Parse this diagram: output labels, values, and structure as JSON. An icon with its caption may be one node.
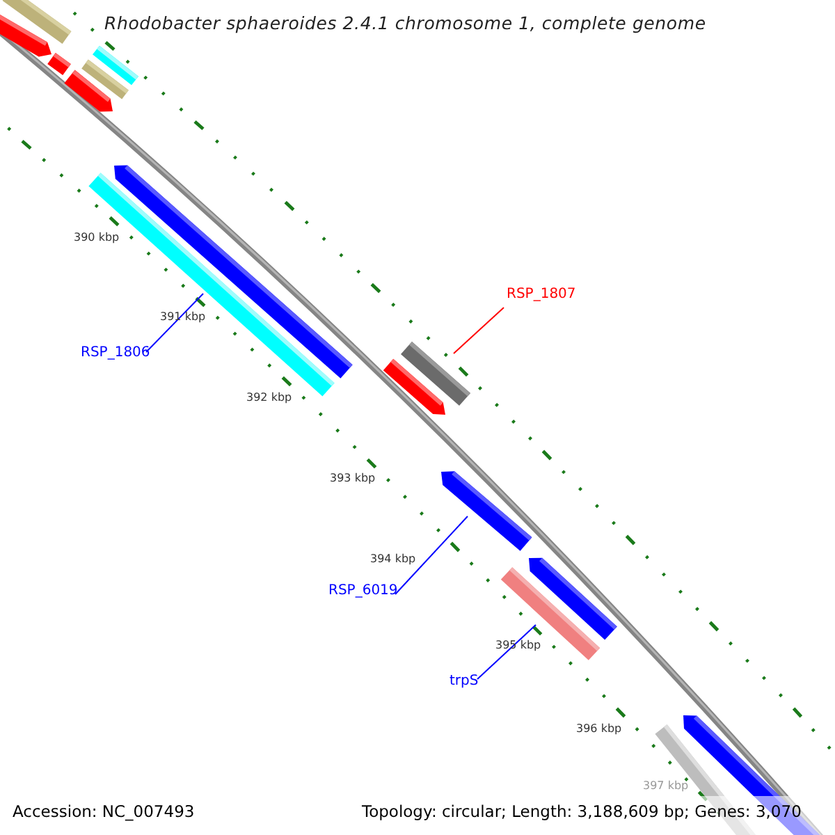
{
  "diagram": {
    "title": "Rhodobacter sphaeroides 2.4.1 chromosome 1, complete genome",
    "nodes": [
      {
        "text": [
          "RSP_1807"
        ]
      },
      {
        "text": [],
        "shape": "bar"
      },
      {
        "text": [
          "RSP_1806"
        ]
      },
      {
        "text": [],
        "shape": "bar"
      },
      {
        "text": [
          "RSP_6019"
        ]
      },
      {
        "text": [],
        "shape": "bar"
      },
      {
        "text": [
          "trpS"
        ]
      },
      {
        "text": [],
        "shape": "bar"
      }
    ],
    "edges": [
      {
        "from": 0,
        "to": 1,
        "arrow": "none",
        "color": "#ff0000"
      },
      {
        "from": 2,
        "to": 3,
        "arrow": "none"
      },
      {
        "from": 4,
        "to": 5,
        "arrow": "none"
      },
      {
        "from": 6,
        "to": 7,
        "arrow": "none"
      }
    ],
    "labels": [
      "390 kbp",
      "391 kbp",
      "392 kbp",
      "393 kbp",
      "394 kbp",
      "395 kbp",
      "396 kbp",
      "397 kbp",
      "Accession: NC_007493",
      "Topology: circular; Length: 3,188,609 bp; Genes: 3,070"
    ]
  }
}
